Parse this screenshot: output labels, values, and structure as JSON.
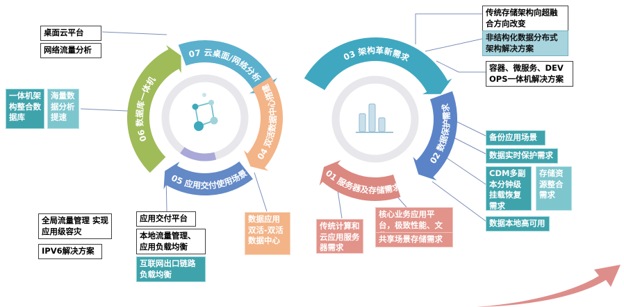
{
  "left_ring": {
    "segments": [
      {
        "id": "06",
        "label": "06 数据库一体机",
        "color": "#9FBC59"
      },
      {
        "id": "07",
        "label": "07 云桌面/网络分析",
        "color": "#5BB0CE"
      },
      {
        "id": "04",
        "label": "04 双活数据中心搭建",
        "color": "#F3B488"
      },
      {
        "id": "05",
        "label": "05 应用交付使用场景",
        "color": "#6389C6"
      }
    ]
  },
  "right_ring": {
    "segments": [
      {
        "id": "03",
        "label": "03 架构革新需求",
        "color": "#3FA8C0"
      },
      {
        "id": "02",
        "label": "02 数据保护需求",
        "color": "#5B84C8"
      },
      {
        "id": "01",
        "label": "01 服务器及存储需求",
        "color": "#DB8880"
      }
    ]
  },
  "labels": {
    "desktop_cloud": "桌面云平台",
    "network_traffic": "网络流量分析",
    "aio_database": "一体机架构整合数据库",
    "mass_data": "海量数据分析提速",
    "global_traffic": "全局流量管理 实现应用级容灾",
    "ipv6": "IPV6解决方案",
    "app_delivery": "应用交付平台",
    "local_traffic": "本地流量管理、应用负载均衡",
    "internet_link": "互联网出口链路负载均衡",
    "dual_active": "数据应用双活-双活数据中心",
    "traditional_compute": "传统计算和云应用服务器需求",
    "core_business": "核心业务应用平台，极致性能、文件",
    "shared_storage": "共享场景存储需求",
    "hyperconverged": "传统存储架构向超融合方向改变",
    "unstructured": "非结构化数据分布式架构解决方案",
    "container_devops": "容器、微服务、DEVOPS一体机解决方案",
    "backup_scenario": "备份应用场景",
    "realtime_protection": "数据实时保护需求",
    "cdm": "CDM多副本分钟级挂载恢复需求",
    "storage_consolidation": "存储资源整合需求",
    "local_ha": "数据本地高可用"
  },
  "palette": {
    "teal_box": "#3FA3AC",
    "teal_light_box": "#7EC6CE",
    "orange_box": "#F3B488",
    "salmon_box": "#E2938A",
    "light_blue_box": "#A8D4DE",
    "connector_line": "#7A8EB8",
    "hub_ring": "#E7E7EC",
    "swoosh": "#DE8E8A"
  }
}
